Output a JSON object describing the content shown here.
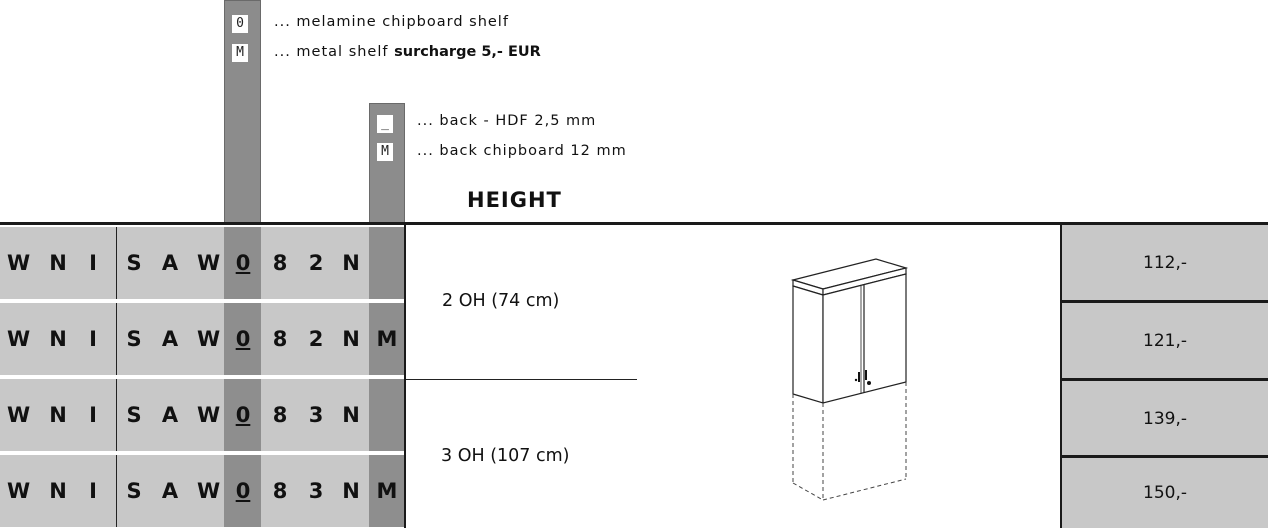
{
  "legend": {
    "shelf_options": [
      {
        "code": "0",
        "text": "... melamine chipboard shelf",
        "bold": ""
      },
      {
        "code": "M",
        "text": "... metal shelf ",
        "bold": "surcharge 5,- EUR"
      }
    ],
    "back_options": [
      {
        "code": "_",
        "text": "... back - HDF 2,5 mm"
      },
      {
        "code": "M",
        "text": "... back chipboard 12 mm"
      }
    ]
  },
  "height_title": "HEIGHT",
  "rows": [
    {
      "code": [
        "W",
        "N",
        "I",
        "S",
        "A",
        "W",
        "0",
        "8",
        "2",
        "N",
        ""
      ],
      "price": "112,-"
    },
    {
      "code": [
        "W",
        "N",
        "I",
        "S",
        "A",
        "W",
        "0",
        "8",
        "2",
        "N",
        "M"
      ],
      "price": "121,-"
    },
    {
      "code": [
        "W",
        "N",
        "I",
        "S",
        "A",
        "W",
        "0",
        "8",
        "3",
        "N",
        ""
      ],
      "price": "139,-"
    },
    {
      "code": [
        "W",
        "N",
        "I",
        "S",
        "A",
        "W",
        "0",
        "8",
        "3",
        "N",
        "M"
      ],
      "price": "150,-"
    }
  ],
  "heights": [
    {
      "label": "2 OH (74 cm)"
    },
    {
      "label": "3 OH (107 cm)"
    }
  ],
  "product_image": "two-door-cabinet-outline-icon",
  "colors": {
    "cell_gray": "#c8c8c8",
    "column_dark": "#8e8e8e"
  }
}
